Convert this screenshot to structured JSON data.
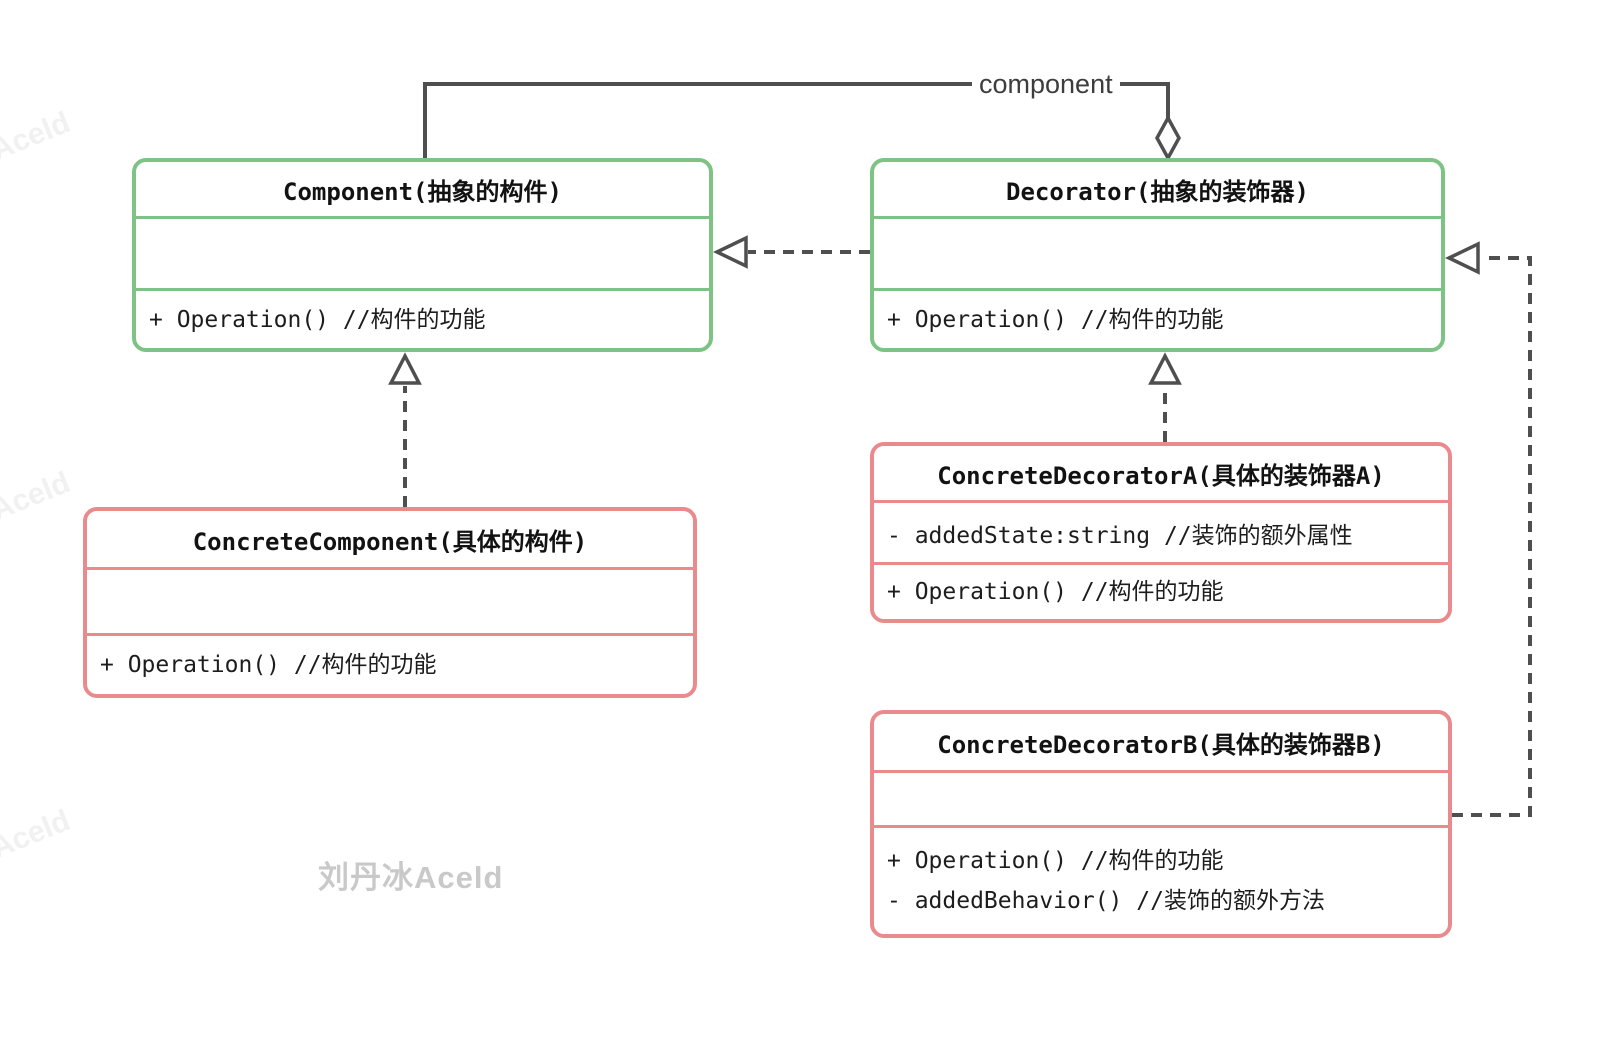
{
  "diagram": {
    "kind": "uml-class-diagram",
    "pattern": "Decorator",
    "connector_label": "component"
  },
  "classes": [
    {
      "name": "Component",
      "title": "Component(抽象的构件)",
      "accent": "green",
      "attributes": [],
      "methods": [
        "+ Operation() //构件的功能"
      ]
    },
    {
      "name": "Decorator",
      "title": "Decorator(抽象的装饰器)",
      "accent": "green",
      "attributes": [],
      "methods": [
        "+ Operation() //构件的功能"
      ]
    },
    {
      "name": "ConcreteComponent",
      "title": "ConcreteComponent(具体的构件)",
      "accent": "red",
      "attributes": [],
      "methods": [
        "+ Operation() //构件的功能"
      ]
    },
    {
      "name": "ConcreteDecoratorA",
      "title": "ConcreteDecoratorA(具体的装饰器A)",
      "accent": "red",
      "attributes": [
        "- addedState:string //装饰的额外属性"
      ],
      "methods": [
        "+ Operation() //构件的功能"
      ]
    },
    {
      "name": "ConcreteDecoratorB",
      "title": "ConcreteDecoratorB(具体的装饰器B)",
      "accent": "red",
      "attributes": [],
      "methods": [
        "+ Operation() //构件的功能",
        "- addedBehavior() //装饰的额外方法"
      ]
    }
  ],
  "relations": [
    {
      "type": "aggregation",
      "from": "Decorator",
      "to": "Component",
      "label": "component"
    },
    {
      "type": "realization",
      "from": "Decorator",
      "to": "Component"
    },
    {
      "type": "realization",
      "from": "ConcreteComponent",
      "to": "Component"
    },
    {
      "type": "realization",
      "from": "ConcreteDecoratorA",
      "to": "Decorator"
    },
    {
      "type": "realization",
      "from": "ConcreteDecoratorB",
      "to": "Decorator"
    }
  ],
  "watermarks": {
    "signature": "刘丹冰Aceld",
    "faint": "Aceld"
  },
  "colors": {
    "abstract_border": "#7ec385",
    "concrete_border": "#e98b8d",
    "connector": "#4f4f4f",
    "label_text": "#3d3d3d",
    "member_text": "#1d1d1d",
    "watermark_signature": "#c9c9c9",
    "watermark_faint": "#f1f1f1"
  }
}
